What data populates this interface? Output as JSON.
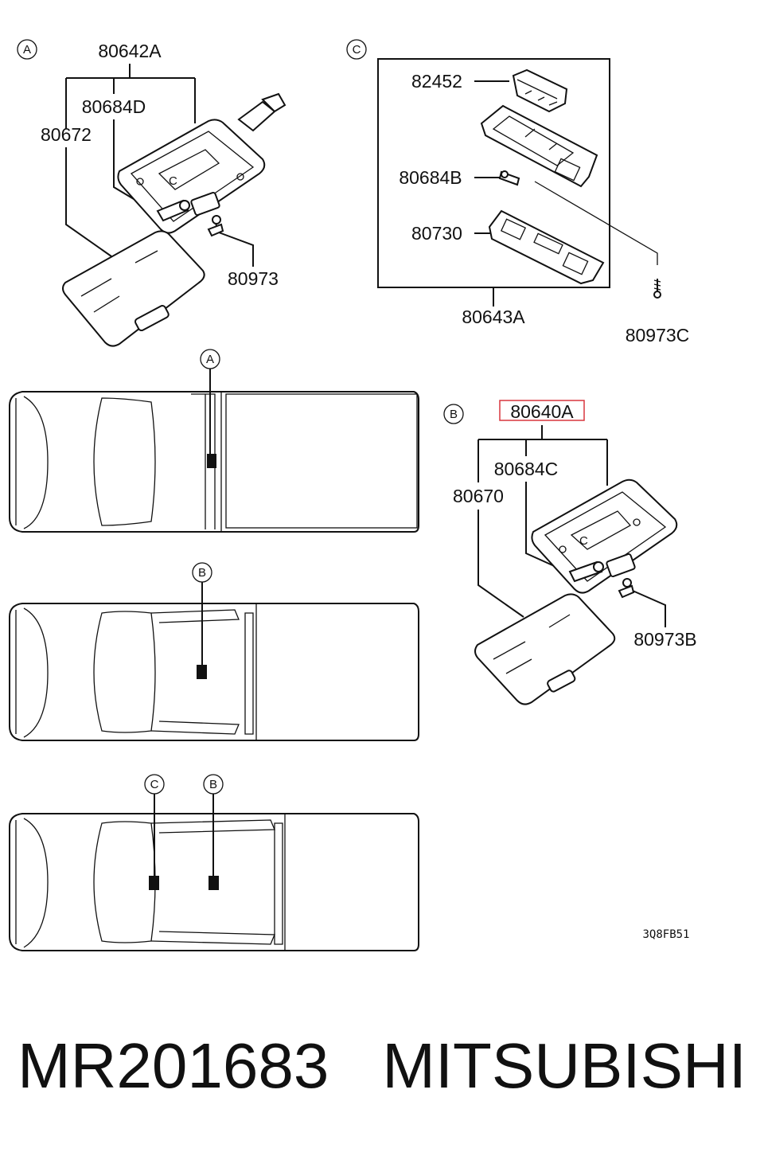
{
  "callouts": {
    "a": "A",
    "b": "B",
    "c": "C"
  },
  "group_a": {
    "assembly": "80642A",
    "bulb": "80684D",
    "lens": "80672",
    "screw": "80973"
  },
  "group_c": {
    "switch": "82452",
    "bulb": "80684B",
    "lens": "80730",
    "assembly": "80643A",
    "screw": "80973C"
  },
  "group_b": {
    "assembly": "80640A",
    "bulb": "80684C",
    "lens": "80670",
    "screw": "80973B"
  },
  "drawing_code": "3Q8FB51",
  "footer": {
    "part_number": "MR201683",
    "brand": "MITSUBISHI"
  },
  "highlight_color": "#d9363e"
}
